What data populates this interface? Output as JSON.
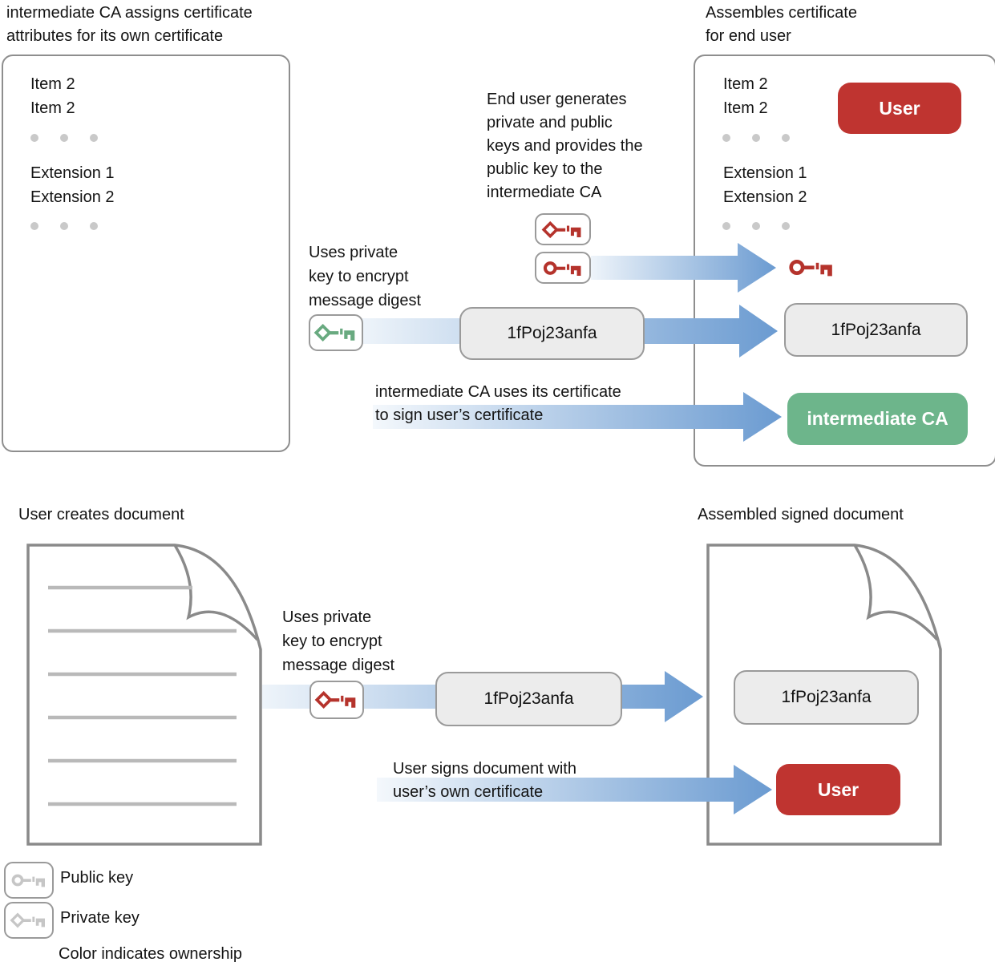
{
  "headings": {
    "top_left": [
      "intermediate CA assigns certificate",
      "attributes for its own certificate"
    ],
    "top_right": [
      "Assembles certificate",
      "for end user"
    ],
    "bottom_left": "User creates document",
    "bottom_right": "Assembled signed document"
  },
  "certificate": {
    "items": [
      "Item 2",
      "Item 2"
    ],
    "extensions": [
      "Extension 1",
      "Extension 2"
    ]
  },
  "badges": {
    "user": "User",
    "intermediate_ca": "intermediate CA"
  },
  "digest_value": "1fPoj23anfa",
  "annotations": {
    "end_user_keys": [
      "End user generates",
      "private and public",
      "keys and provides the",
      "public key to the",
      "intermediate CA"
    ],
    "uses_private_key_top": [
      "Uses private",
      "key to encrypt",
      "message digest"
    ],
    "ca_signs": [
      "intermediate CA uses its certificate",
      "to sign user’s certificate"
    ],
    "uses_private_key_bottom": [
      "Uses private",
      "key to encrypt",
      "message digest"
    ],
    "user_signs": [
      "User signs document with",
      "user’s own certificate"
    ]
  },
  "legend": {
    "public_key": "Public key",
    "private_key": "Private key",
    "note": "Color indicates ownership"
  },
  "icons": {
    "public_key": "round-head-key",
    "private_key": "diamond-head-key"
  },
  "colors": {
    "user_badge_red": "#bf3430",
    "intermediate_ca_green": "#6db58b",
    "key_red": "#b5332c",
    "key_green": "#69aa80",
    "key_gray": "#c6c6c6",
    "arrow_blue": "#6b9bd1",
    "arrow_light": "#eef4fa",
    "digest_box_fill": "#ececec",
    "border_gray": "#8e8e8e"
  }
}
